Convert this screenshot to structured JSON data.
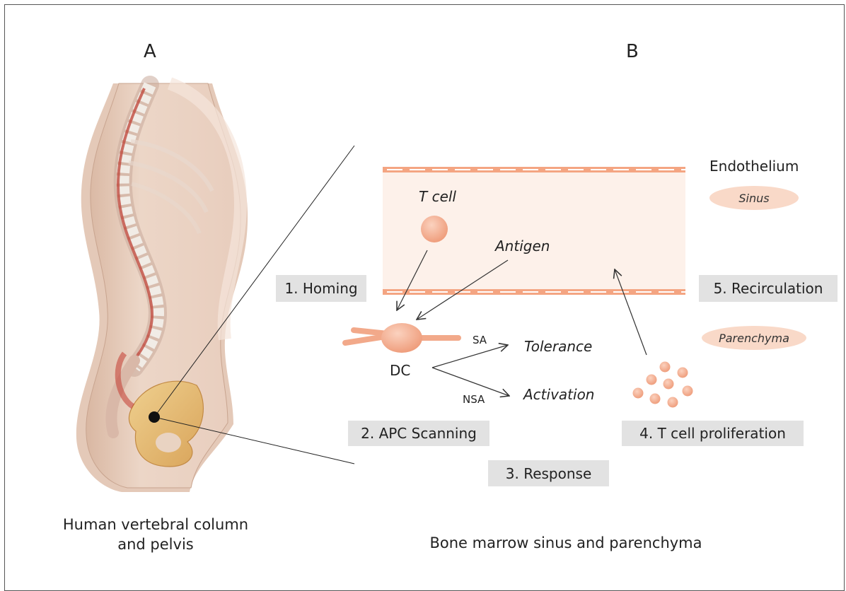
{
  "panels": {
    "a": {
      "letter": "A",
      "caption_line1": "Human vertebral column",
      "caption_line2": "and pelvis"
    },
    "b": {
      "letter": "B",
      "caption": "Bone marrow sinus and parenchyma"
    }
  },
  "labels": {
    "endothelium": "Endothelium",
    "sinus": "Sinus",
    "parenchyma": "Parenchyma",
    "t_cell": "T cell",
    "antigen": "Antigen",
    "dc": "DC",
    "sa": "SA",
    "nsa": "NSA",
    "tolerance": "Tolerance",
    "activation": "Activation"
  },
  "steps": {
    "homing": "1. Homing",
    "apc_scanning": "2. APC Scanning",
    "response": "3. Response",
    "proliferation": "4. T cell proliferation",
    "recirculation": "5. Recirculation"
  },
  "colors": {
    "cell": "#f2a98a",
    "endothelium": "#f4a582",
    "sinus_fill": "#fdf1ea",
    "step_box": "#e2e2e2",
    "pill": "#f9d9c8"
  }
}
